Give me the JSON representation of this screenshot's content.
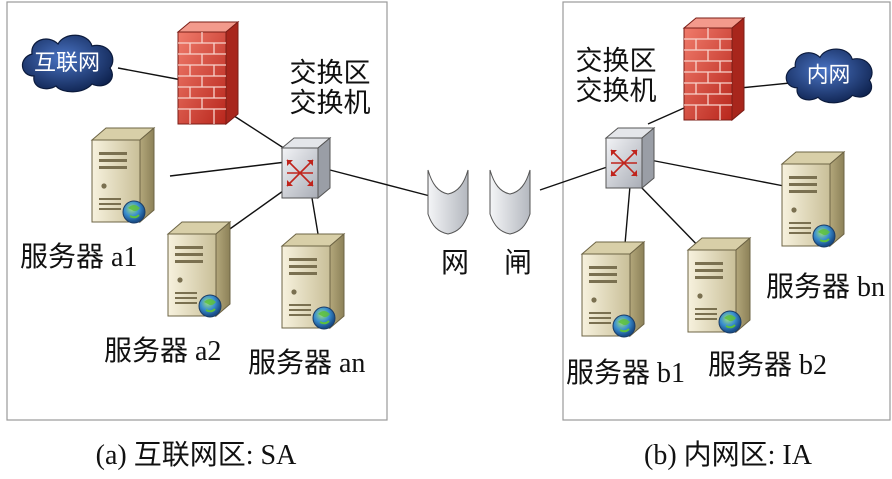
{
  "zones": {
    "internet_zone": {
      "caption": "(a) 互联网区: SA",
      "cloud": "互联网",
      "switch_label": [
        "交换区",
        "交换机"
      ],
      "servers": [
        "服务器 a1",
        "服务器 a2",
        "服务器 an"
      ]
    },
    "intranet_zone": {
      "caption": "(b) 内网区: IA",
      "cloud": "内网",
      "switch_label": [
        "交换区",
        "交换机"
      ],
      "servers": [
        "服务器 b1",
        "服务器 b2",
        "服务器 bn"
      ]
    }
  },
  "gateway": {
    "chars": [
      "网",
      "闸"
    ]
  },
  "colors": {
    "cloud": "#1f3a73",
    "firewall": "#e0473b",
    "server_body": "#e9e2c6",
    "switch": "#c9ccd3",
    "zone_border": "#9a9a9a"
  }
}
